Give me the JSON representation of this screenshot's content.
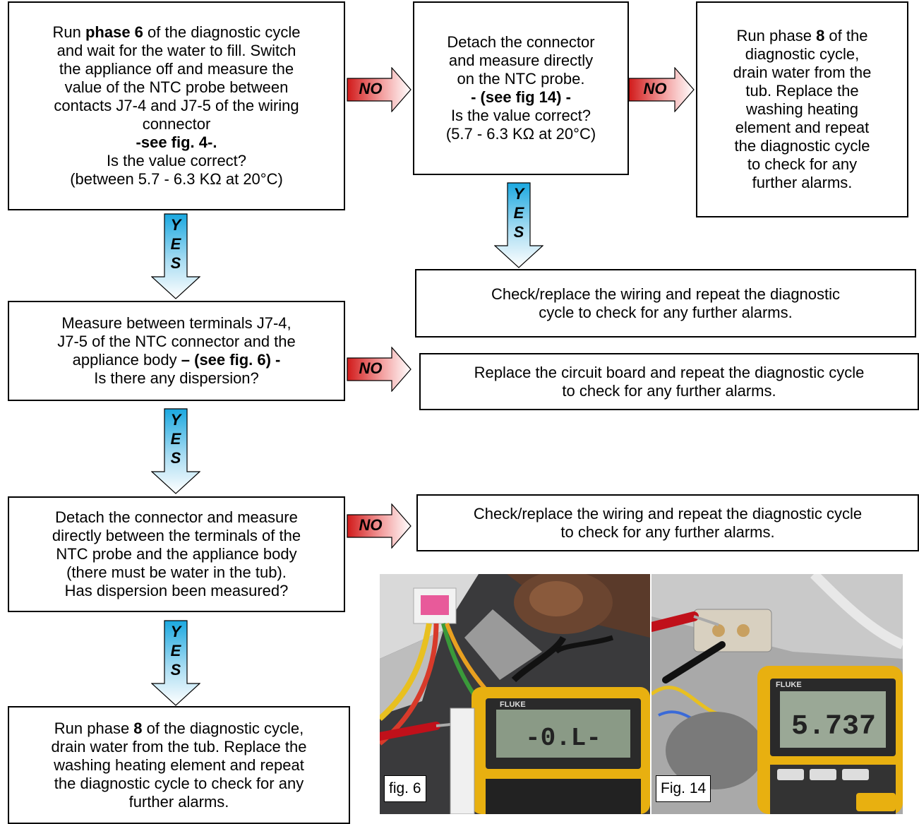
{
  "boxes": {
    "phase6": {
      "l1a": "Run ",
      "l1b": "phase 6",
      "l1c": "  of the diagnostic cycle",
      "l2": "and wait for the water to fill. Switch",
      "l3": "the appliance off and measure the",
      "l4": "value of the NTC probe between",
      "l5": "contacts J7-4 and J7-5 of the wiring",
      "l6": "connector",
      "l7": "-see fig. 4-.",
      "l8": "Is the value correct?",
      "l9": "(between 5.7 - 6.3 KΩ at 20°C)"
    },
    "detach_ntc": {
      "l1": "Detach the connector",
      "l2": "and measure directly",
      "l3": "on the NTC probe.",
      "l4": "- (see fig 14) -",
      "l5": "Is the value correct?",
      "l6": "(5.7 - 6.3 KΩ at 20°C)"
    },
    "phase8_top": {
      "l1a": "Run phase ",
      "l1b": "8",
      "l1c": " of the",
      "l2": "diagnostic cycle,",
      "l3": "drain water from the",
      "l4": "tub. Replace the",
      "l5": "washing heating",
      "l6": "element and repeat",
      "l7": "the diagnostic cycle",
      "l8": "to check for any",
      "l9": "further alarms."
    },
    "check_wiring_1": {
      "l1": "Check/replace the wiring and repeat the diagnostic",
      "l2": "cycle to check for any further alarms."
    },
    "measure_body": {
      "l1": "Measure between terminals J7-4,",
      "l2": "J7-5 of the NTC connector and the",
      "l3a": "appliance body ",
      "l3b": "– (see fig. 6) -",
      "l4": "Is there any dispersion?"
    },
    "replace_board": {
      "l1": "Replace the circuit board and repeat the diagnostic cycle",
      "l2": "to check for any further alarms."
    },
    "detach_body": {
      "l1": "Detach the connector and measure",
      "l2": "directly between the terminals of the",
      "l3": "NTC probe and the appliance body",
      "l4": "(there must be water in the tub).",
      "l5": "Has dispersion been measured?"
    },
    "check_wiring_2": {
      "l1": "Check/replace the wiring and repeat the diagnostic cycle",
      "l2": "to check for any further alarms."
    },
    "phase8_bottom": {
      "l1a": "Run phase ",
      "l1b": "8",
      "l1c": " of the diagnostic cycle,",
      "l2": "drain water from the tub. Replace the",
      "l3": "washing heating element and repeat",
      "l4": "the diagnostic cycle to check for any",
      "l5": "further alarms."
    }
  },
  "labels": {
    "no": "NO",
    "yes_y": "Y",
    "yes_e": "E",
    "yes_s": "S"
  },
  "figures": {
    "fig6": "fig. 6",
    "fig14": "Fig. 14",
    "meter_reading_14": "5.737",
    "meter_reading_6": "-0.L-",
    "meter_brand": "FLUKE"
  },
  "colors": {
    "no_arrow_dark": "#d11a1a",
    "no_arrow_light": "#ffffff",
    "yes_arrow_dark": "#1aa8e0",
    "yes_arrow_light": "#ffffff"
  }
}
